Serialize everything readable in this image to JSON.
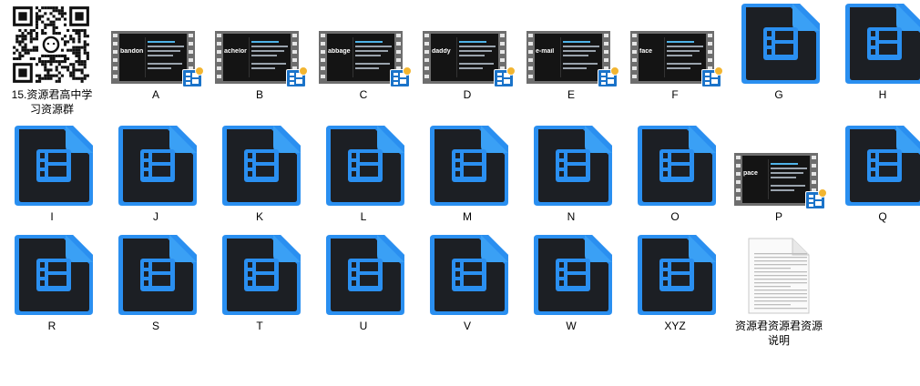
{
  "window": {
    "title": "资源君高中学习资源文件夹"
  },
  "files": [
    {
      "name": "15.资源君高中学习资源群",
      "kind": "qr",
      "col": 0,
      "row": 0
    },
    {
      "name": "A",
      "kind": "video-thumb",
      "word": "bandon",
      "col": 1,
      "row": 0
    },
    {
      "name": "B",
      "kind": "video-thumb",
      "word": "achelor",
      "col": 2,
      "row": 0
    },
    {
      "name": "C",
      "kind": "video-thumb",
      "word": "abbage",
      "col": 3,
      "row": 0
    },
    {
      "name": "D",
      "kind": "video-thumb",
      "word": "daddy",
      "col": 4,
      "row": 0
    },
    {
      "name": "E",
      "kind": "video-thumb",
      "word": "e-mail",
      "col": 5,
      "row": 0
    },
    {
      "name": "F",
      "kind": "video-thumb",
      "word": "face",
      "col": 6,
      "row": 0
    },
    {
      "name": "G",
      "kind": "video-icon",
      "col": 7,
      "row": 0
    },
    {
      "name": "H",
      "kind": "video-icon",
      "col": 8,
      "row": 0
    },
    {
      "name": "I",
      "kind": "video-icon",
      "col": 0,
      "row": 1
    },
    {
      "name": "J",
      "kind": "video-icon",
      "col": 1,
      "row": 1
    },
    {
      "name": "K",
      "kind": "video-icon",
      "col": 2,
      "row": 1
    },
    {
      "name": "L",
      "kind": "video-icon",
      "col": 3,
      "row": 1
    },
    {
      "name": "M",
      "kind": "video-icon",
      "col": 4,
      "row": 1
    },
    {
      "name": "N",
      "kind": "video-icon",
      "col": 5,
      "row": 1
    },
    {
      "name": "O",
      "kind": "video-icon",
      "col": 6,
      "row": 1
    },
    {
      "name": "P",
      "kind": "video-thumb",
      "word": "pace",
      "col": 7,
      "row": 1
    },
    {
      "name": "Q",
      "kind": "video-icon",
      "col": 8,
      "row": 1
    },
    {
      "name": "R",
      "kind": "video-icon",
      "col": 0,
      "row": 2
    },
    {
      "name": "S",
      "kind": "video-icon",
      "col": 1,
      "row": 2
    },
    {
      "name": "T",
      "kind": "video-icon",
      "col": 2,
      "row": 2
    },
    {
      "name": "U",
      "kind": "video-icon",
      "col": 3,
      "row": 2
    },
    {
      "name": "V",
      "kind": "video-icon",
      "col": 4,
      "row": 2
    },
    {
      "name": "W",
      "kind": "video-icon",
      "col": 5,
      "row": 2
    },
    {
      "name": "XYZ",
      "kind": "video-icon",
      "col": 6,
      "row": 2
    },
    {
      "name": "资源君资源君资源说明",
      "kind": "text-doc",
      "col": 7,
      "row": 2
    }
  ],
  "colors": {
    "icon_body": "#1c1f24",
    "icon_accent": "#2a8ff0",
    "badge": "#1a73c9",
    "badge_cone": "#f2b531"
  }
}
